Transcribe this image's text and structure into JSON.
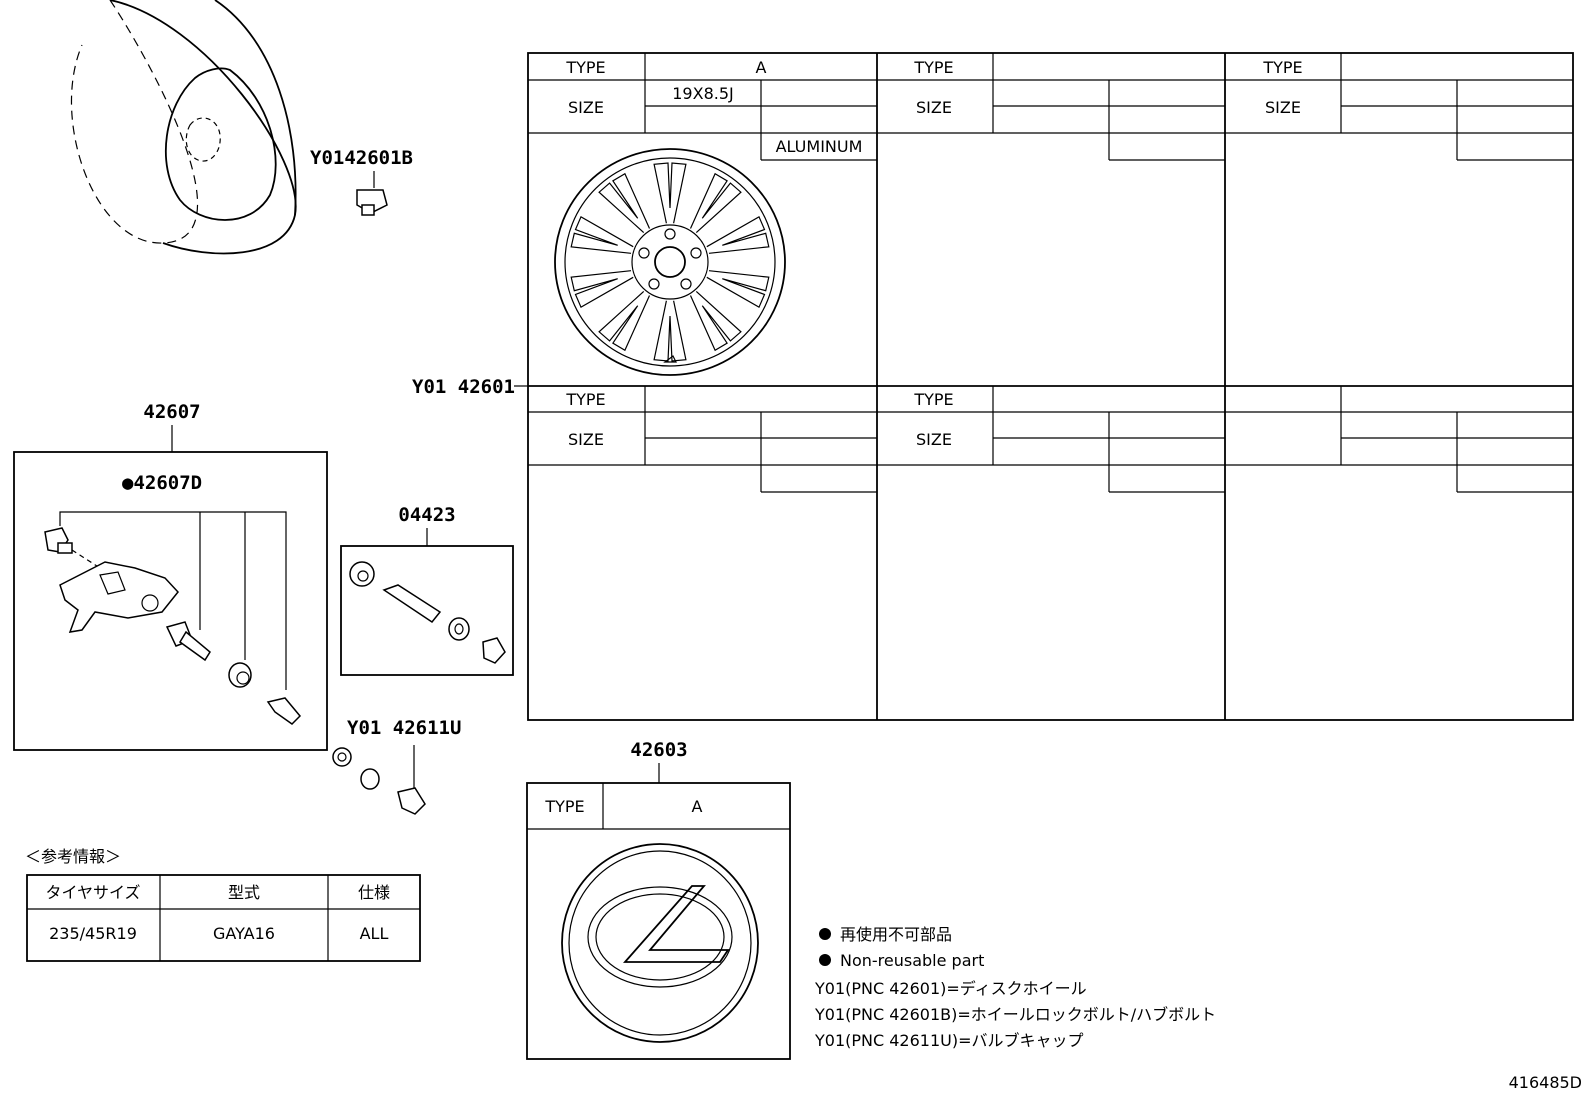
{
  "labels": {
    "bolt": "Y0142601B",
    "wheel": "Y01 42601",
    "sensor_kit": "42607",
    "sensor": "●42607D",
    "valve": "04423",
    "cap": "Y01 42611U",
    "emblem": "42603",
    "diagram_id": "416485D"
  },
  "wheel_table": {
    "type_label": "TYPE",
    "size_label": "SIZE",
    "type_a": "A",
    "size_a": "19X8.5J",
    "material_a": "ALUMINUM"
  },
  "emblem_table": {
    "type_label": "TYPE",
    "type_value": "A"
  },
  "reference": {
    "title": "＜参考情報＞",
    "headers": [
      "タイヤサイズ",
      "型式",
      "仕様"
    ],
    "row": [
      "235/45R19",
      "GAYA16",
      "ALL"
    ]
  },
  "notes": {
    "bullet_jp": "再使用不可部品",
    "bullet_en": "Non-reusable part",
    "lines": [
      "Y01(PNC 42601)=ディスクホイール",
      "Y01(PNC 42601B)=ホイールロックボルト/ハブボルト",
      "Y01(PNC 42611U)=バルブキャップ"
    ]
  }
}
